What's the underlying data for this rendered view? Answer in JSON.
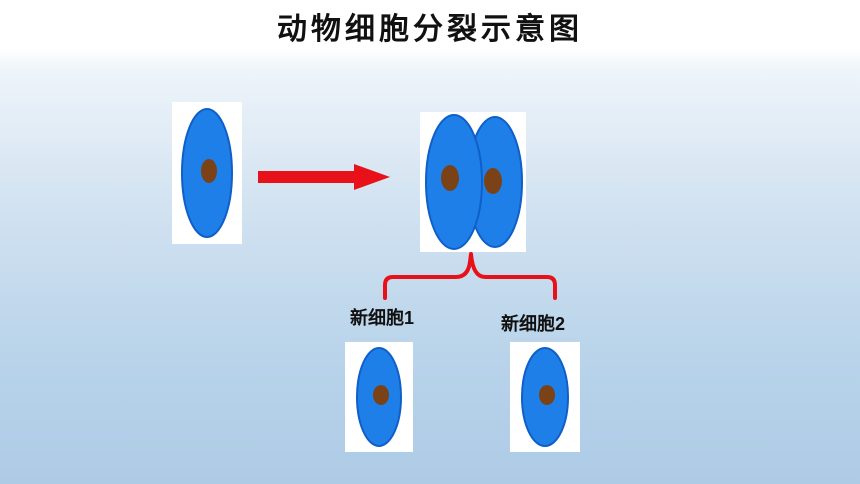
{
  "title": "动物细胞分裂示意图",
  "labels": {
    "new_cell_1": "新细胞1",
    "new_cell_2": "新细胞2"
  },
  "colors": {
    "cell_body": "#1f7fe8",
    "cell_edge": "#0f5fc8",
    "nucleus": "#7a4216",
    "arrow": "#e8111a",
    "bracket": "#e8111a",
    "card": "#ffffff"
  }
}
